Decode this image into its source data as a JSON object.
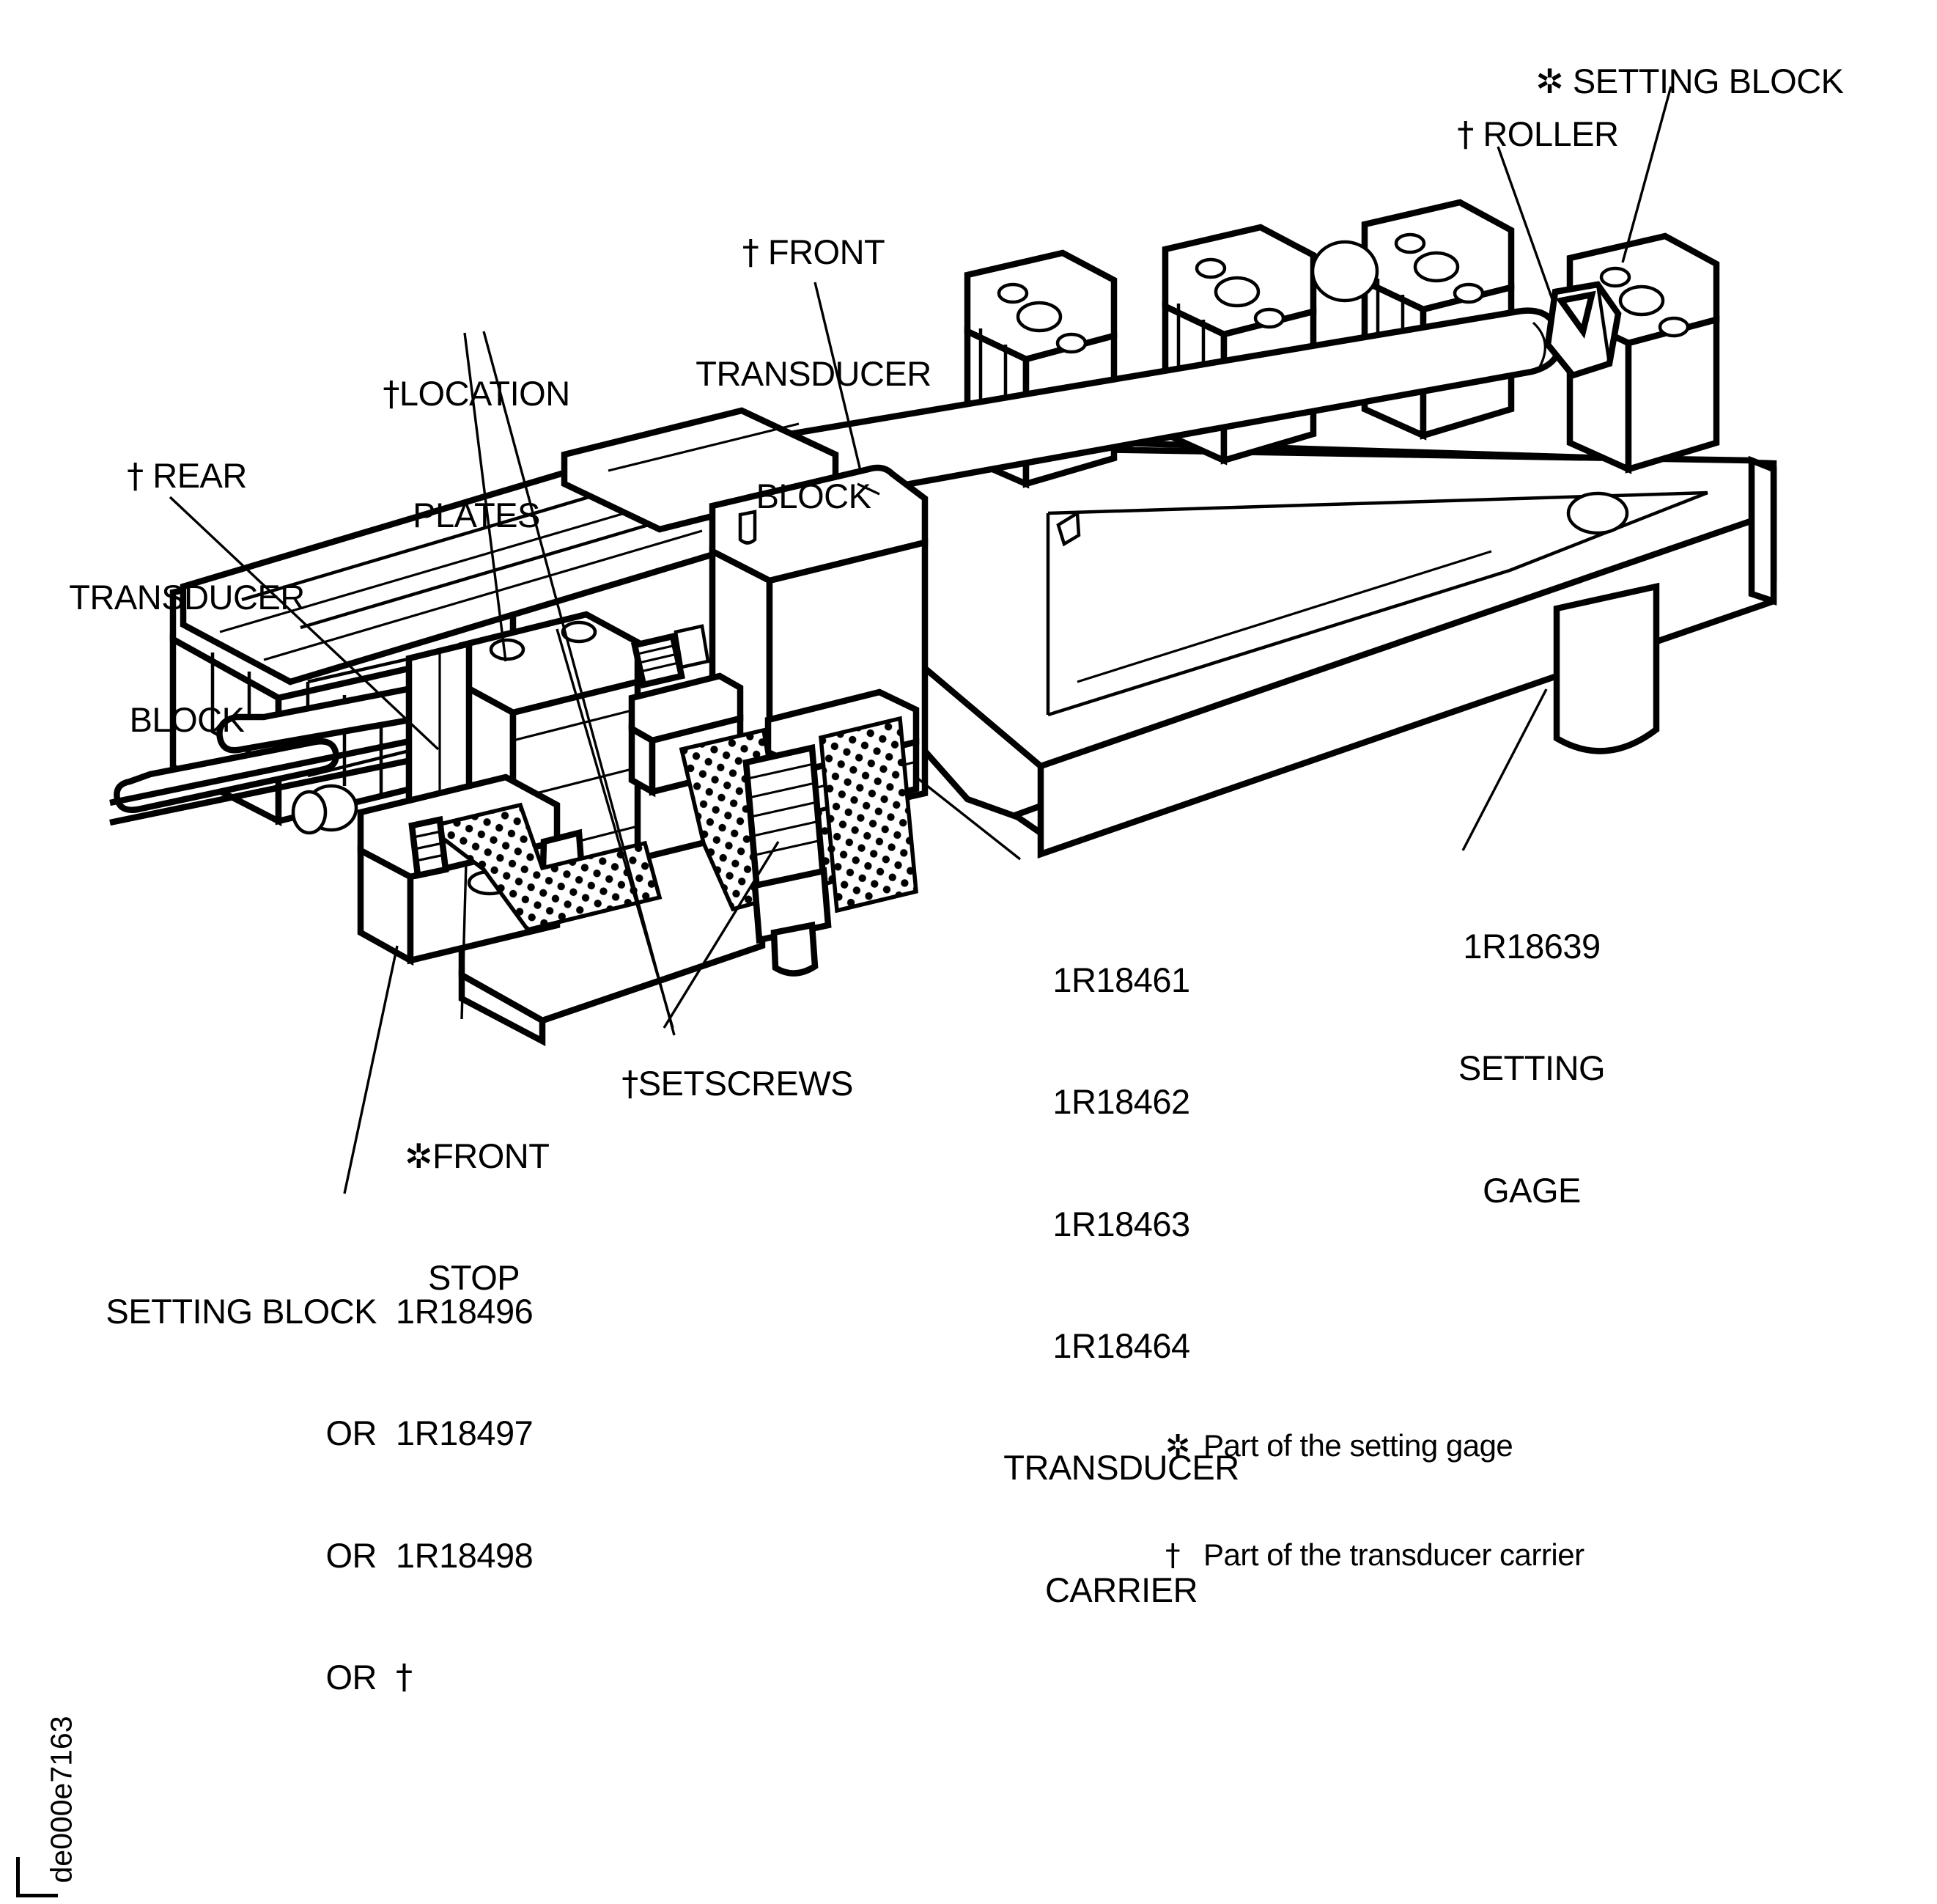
{
  "figure": {
    "id_code": "de000e7163",
    "symbols": {
      "asterisk": "✲",
      "dagger": "†"
    }
  },
  "callouts": {
    "setting_block_top": {
      "symbol": "✲",
      "text": "SETTING BLOCK"
    },
    "roller": {
      "symbol": "†",
      "text": "ROLLER"
    },
    "front_transducer_block": {
      "symbol": "†",
      "line1": "FRONT",
      "line2": "TRANSDUCER",
      "line3": "BLOCK"
    },
    "location_plates": {
      "symbol": "†",
      "line1": "LOCATION",
      "line2": "PLATES"
    },
    "rear_transducer_block": {
      "symbol": "†",
      "line1": "REAR",
      "line2": "TRANSDUCER",
      "line3": "BLOCK"
    },
    "setscrews": {
      "symbol": "†",
      "text": "SETSCREWS"
    },
    "front_stop": {
      "symbol": "✲",
      "line1": "FRONT",
      "line2": "STOP"
    },
    "transducer_carrier": {
      "part_numbers": [
        "1R18461",
        "1R18462",
        "1R18463",
        "1R18464"
      ],
      "line1": "TRANSDUCER",
      "line2": "CARRIER"
    },
    "setting_gage": {
      "part_number": "1R18639",
      "line1": "SETTING",
      "line2": "GAGE"
    },
    "setting_block_list": {
      "row1_label": "SETTING BLOCK",
      "row1_value": "1R18496",
      "row2_label": "OR",
      "row2_value": "1R18497",
      "row3_label": "OR",
      "row3_value": "1R18498",
      "row4_label": "OR",
      "row4_value": "†"
    }
  },
  "legend": {
    "items": [
      {
        "symbol": "✲",
        "text": "Part of the setting gage"
      },
      {
        "symbol": "†",
        "text": "Part of the transducer carrier"
      }
    ]
  }
}
